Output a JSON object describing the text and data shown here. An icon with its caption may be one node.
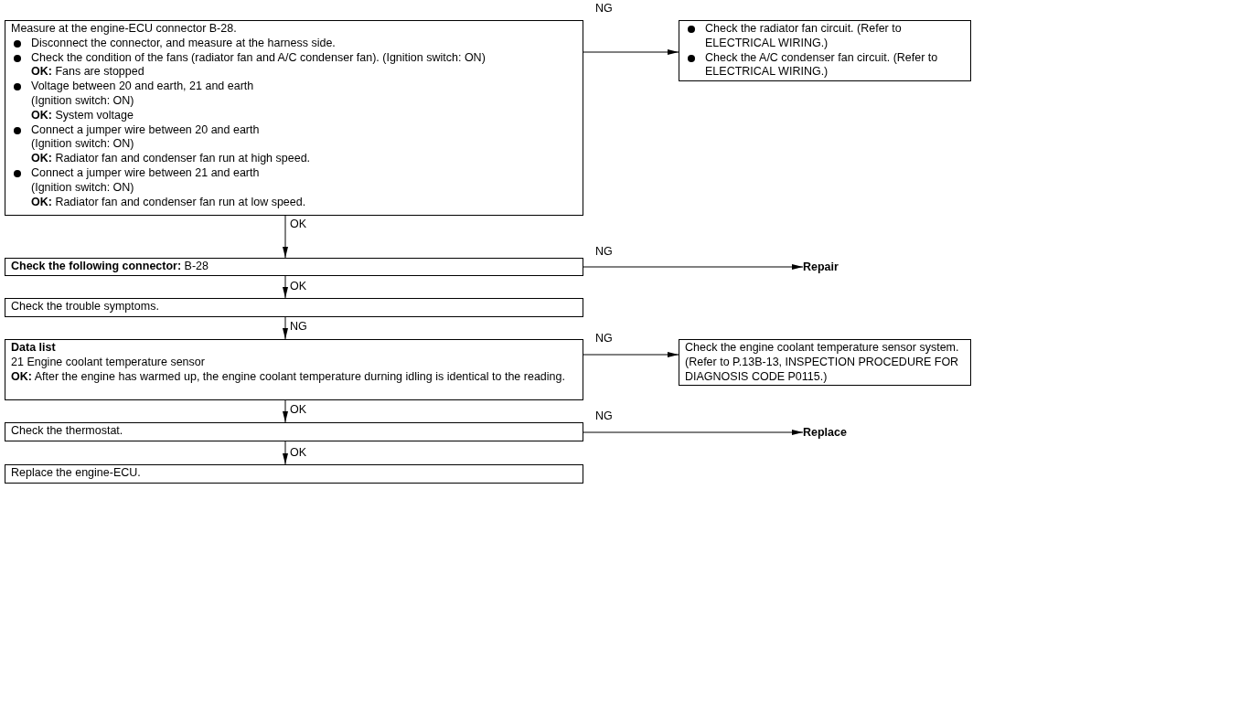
{
  "diagram": {
    "nodes": [
      {
        "text": [
          "Measure at the engine-ECU connector B-28.",
          "Disconnect the connector, and measure at the harness side.",
          "Check the condition of the fans (radiator fan and A/C condenser fan). (Ignition switch: ON)",
          "**OK:** Fans are stopped",
          "Voltage between 20 and earth, 21 and earth",
          "(Ignition switch: ON)",
          "**OK:** System voltage",
          "Connect a jumper wire between 20 and earth",
          "(Ignition switch: ON)",
          "**OK:** Radiator fan and condenser fan run at high speed.",
          "Connect a jumper wire between 21 and earth",
          "(Ignition switch: ON)",
          "**OK:** Radiator fan and condenser fan run at low speed."
        ]
      },
      {
        "text": [
          "Check the radiator fan circuit. (Refer to ELECTRICAL WIRING.)",
          "Check the A/C condenser fan circuit. (Refer to ELECTRICAL WIRING.)"
        ]
      },
      {
        "text": [
          "**Check the following connector:** B-28"
        ]
      },
      {
        "text": [
          "Repair"
        ]
      },
      {
        "text": [
          "Check the trouble symptoms."
        ]
      },
      {
        "text": [
          "Data list",
          "21 Engine coolant temperature sensor",
          "**OK:** After the engine has warmed up, the engine coolant temperature durning idling is identical to the reading."
        ]
      },
      {
        "text": [
          "Check the engine coolant temperature sensor system.",
          "(Refer to P.13B-13, INSPECTION PROCEDURE FOR DIAGNOSIS CODE P0115.)"
        ]
      },
      {
        "text": [
          "Check the thermostat."
        ]
      },
      {
        "text": [
          "Replace"
        ]
      },
      {
        "text": [
          "Replace the engine-ECU."
        ]
      }
    ],
    "edges": [
      {
        "from": 0,
        "to": 1,
        "arrow": "to",
        "label": "NG"
      },
      {
        "from": 0,
        "to": 2,
        "arrow": "to",
        "label": "OK"
      },
      {
        "from": 2,
        "to": 3,
        "arrow": "to",
        "label": "NG"
      },
      {
        "from": 2,
        "to": 4,
        "arrow": "to",
        "label": "OK"
      },
      {
        "from": 4,
        "to": 5,
        "arrow": "to",
        "label": "NG"
      },
      {
        "from": 5,
        "to": 6,
        "arrow": "to",
        "label": "NG"
      },
      {
        "from": 5,
        "to": 7,
        "arrow": "to",
        "label": "OK"
      },
      {
        "from": 7,
        "to": 8,
        "arrow": "to",
        "label": "NG"
      },
      {
        "from": 7,
        "to": 9,
        "arrow": "to",
        "label": "OK"
      }
    ]
  }
}
